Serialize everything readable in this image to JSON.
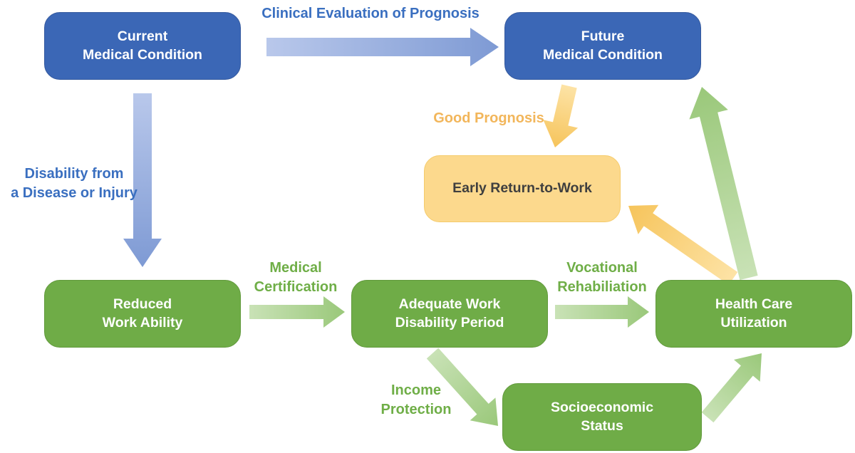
{
  "boxes": {
    "current": {
      "label": "Current\nMedical Condition"
    },
    "future": {
      "label": "Future\nMedical Condition"
    },
    "early_rtw": {
      "label": "Early Return-to-Work"
    },
    "reduced": {
      "label": "Reduced\nWork Ability"
    },
    "adequate": {
      "label": "Adequate Work\nDisability Period"
    },
    "healthcare": {
      "label": "Health Care\nUtilization"
    },
    "socioeconomic": {
      "label": "Socioeconomic\nStatus"
    }
  },
  "arrow_labels": {
    "clinical": "Clinical Evaluation of Prognosis",
    "disability": "Disability from\na Disease or Injury",
    "good_prognosis": "Good Prognosis",
    "medical_cert": "Medical\nCertification",
    "vocational": "Vocational\nRehabiliation",
    "income": "Income\nProtection"
  },
  "colors": {
    "blue_box": "#3B67B6",
    "green_box": "#6FAC47",
    "orange_box": "#FCD98D",
    "blue_arrow": "#7E9AD4",
    "green_arrow": "#9AC87A",
    "orange_arrow": "#F6C45B",
    "blue_label": "#3A6FC0",
    "green_label": "#6FAE47",
    "orange_label": "#F2B65B",
    "box_text_light": "#FFFFFF",
    "orange_box_text": "#3F3F3F"
  }
}
